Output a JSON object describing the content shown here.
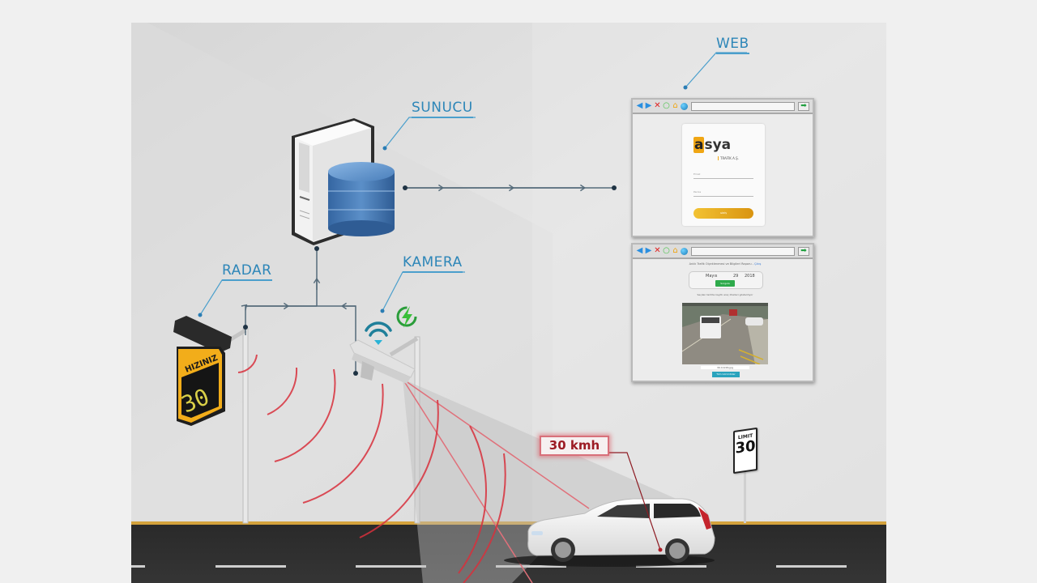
{
  "diagram": {
    "title": "Radar speed detection system",
    "colors": {
      "label": "#2d86b8",
      "connector": "#556b7a",
      "radar_wave": "#d8303c",
      "road": "#2d2d2d",
      "road_edge": "#d4a23c",
      "accent_yellow": "#f0a614",
      "db_blue": "#3f74b0"
    },
    "labels": {
      "server": "SUNUCU",
      "web": "WEB",
      "radar": "RADAR",
      "camera": "KAMERA"
    },
    "radar_sign": {
      "caption": "HIZINIZ",
      "speed": "30"
    },
    "speed_readout": "30 kmh",
    "limit_sign": {
      "caption": "LIMIT",
      "value": "30"
    },
    "camera_icons": [
      "wifi-icon",
      "power-icon"
    ],
    "flows": [
      {
        "from": "radar",
        "to": "server"
      },
      {
        "from": "camera",
        "to": "server"
      },
      {
        "from": "server",
        "to": "web"
      }
    ]
  },
  "browser_login": {
    "toolbar_icons": [
      "back-icon",
      "forward-icon",
      "stop-icon",
      "refresh-icon",
      "home-icon",
      "globe-icon",
      "go-icon"
    ],
    "logo_text": "asya",
    "logo_subtext": "TRAFİK A.Ş.",
    "fields": [
      {
        "placeholder": "Email"
      },
      {
        "placeholder": "Parola"
      }
    ],
    "submit_label": "GİRİŞ"
  },
  "browser_results": {
    "toolbar_icons": [
      "back-icon",
      "forward-icon",
      "stop-icon",
      "refresh-icon",
      "home-icon",
      "globe-icon",
      "go-icon"
    ],
    "header_text": "Anlık Trafik Ölçeklenmesi ve Bilgileri Raporu - ",
    "header_link": "Çıkış",
    "date": {
      "month": "Mayıs",
      "day": "29",
      "year": "2018"
    },
    "query_button": "Sorgula",
    "note": "Seçilen tarihte kayıtlı araç ihlalleri gösteriliyor",
    "image_caption": "30-11229.jpg",
    "download_button": "Tüm Görüntüler"
  }
}
